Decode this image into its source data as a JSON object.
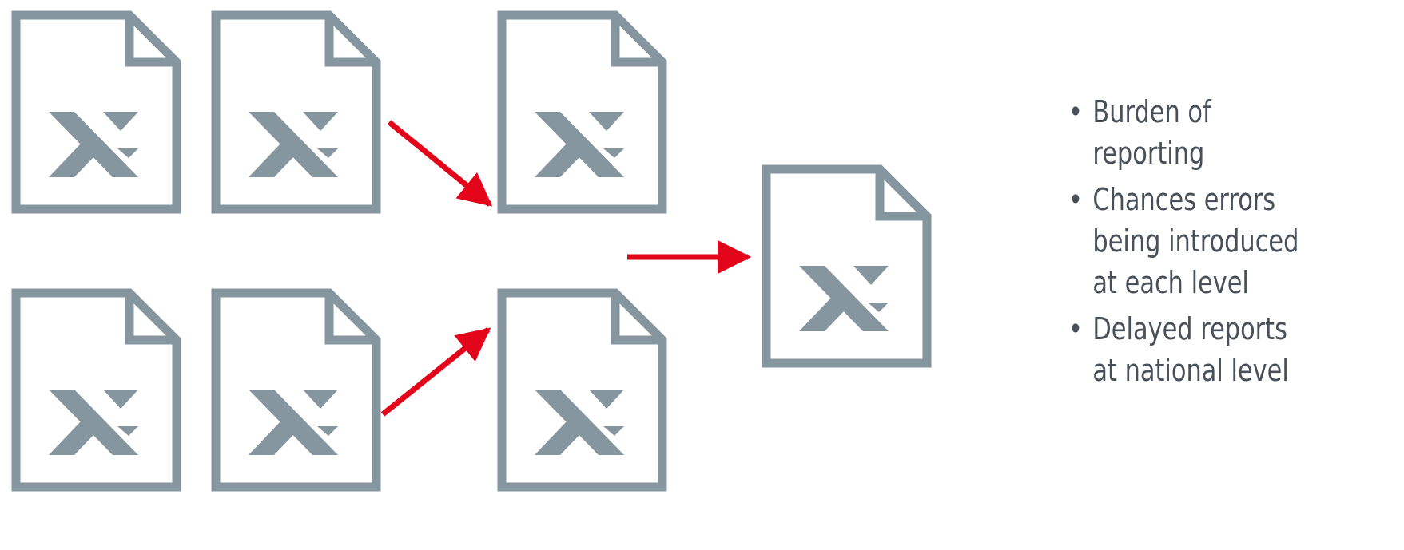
{
  "colors": {
    "file_icon": "#86969f",
    "arrow": "#e3061b",
    "text": "#48505a"
  },
  "icons": {
    "file": "spreadsheet-file-icon",
    "arrow": "arrow-icon"
  },
  "bullets": [
    "Burden of reporting",
    "Chances errors being introduced at each level",
    "Delayed reports at national level"
  ],
  "bullet_lines": [
    [
      "Burden of reporting"
    ],
    [
      "Chances errors",
      "being introduced",
      "at each level"
    ],
    [
      "Delayed reports",
      "at national level"
    ]
  ]
}
